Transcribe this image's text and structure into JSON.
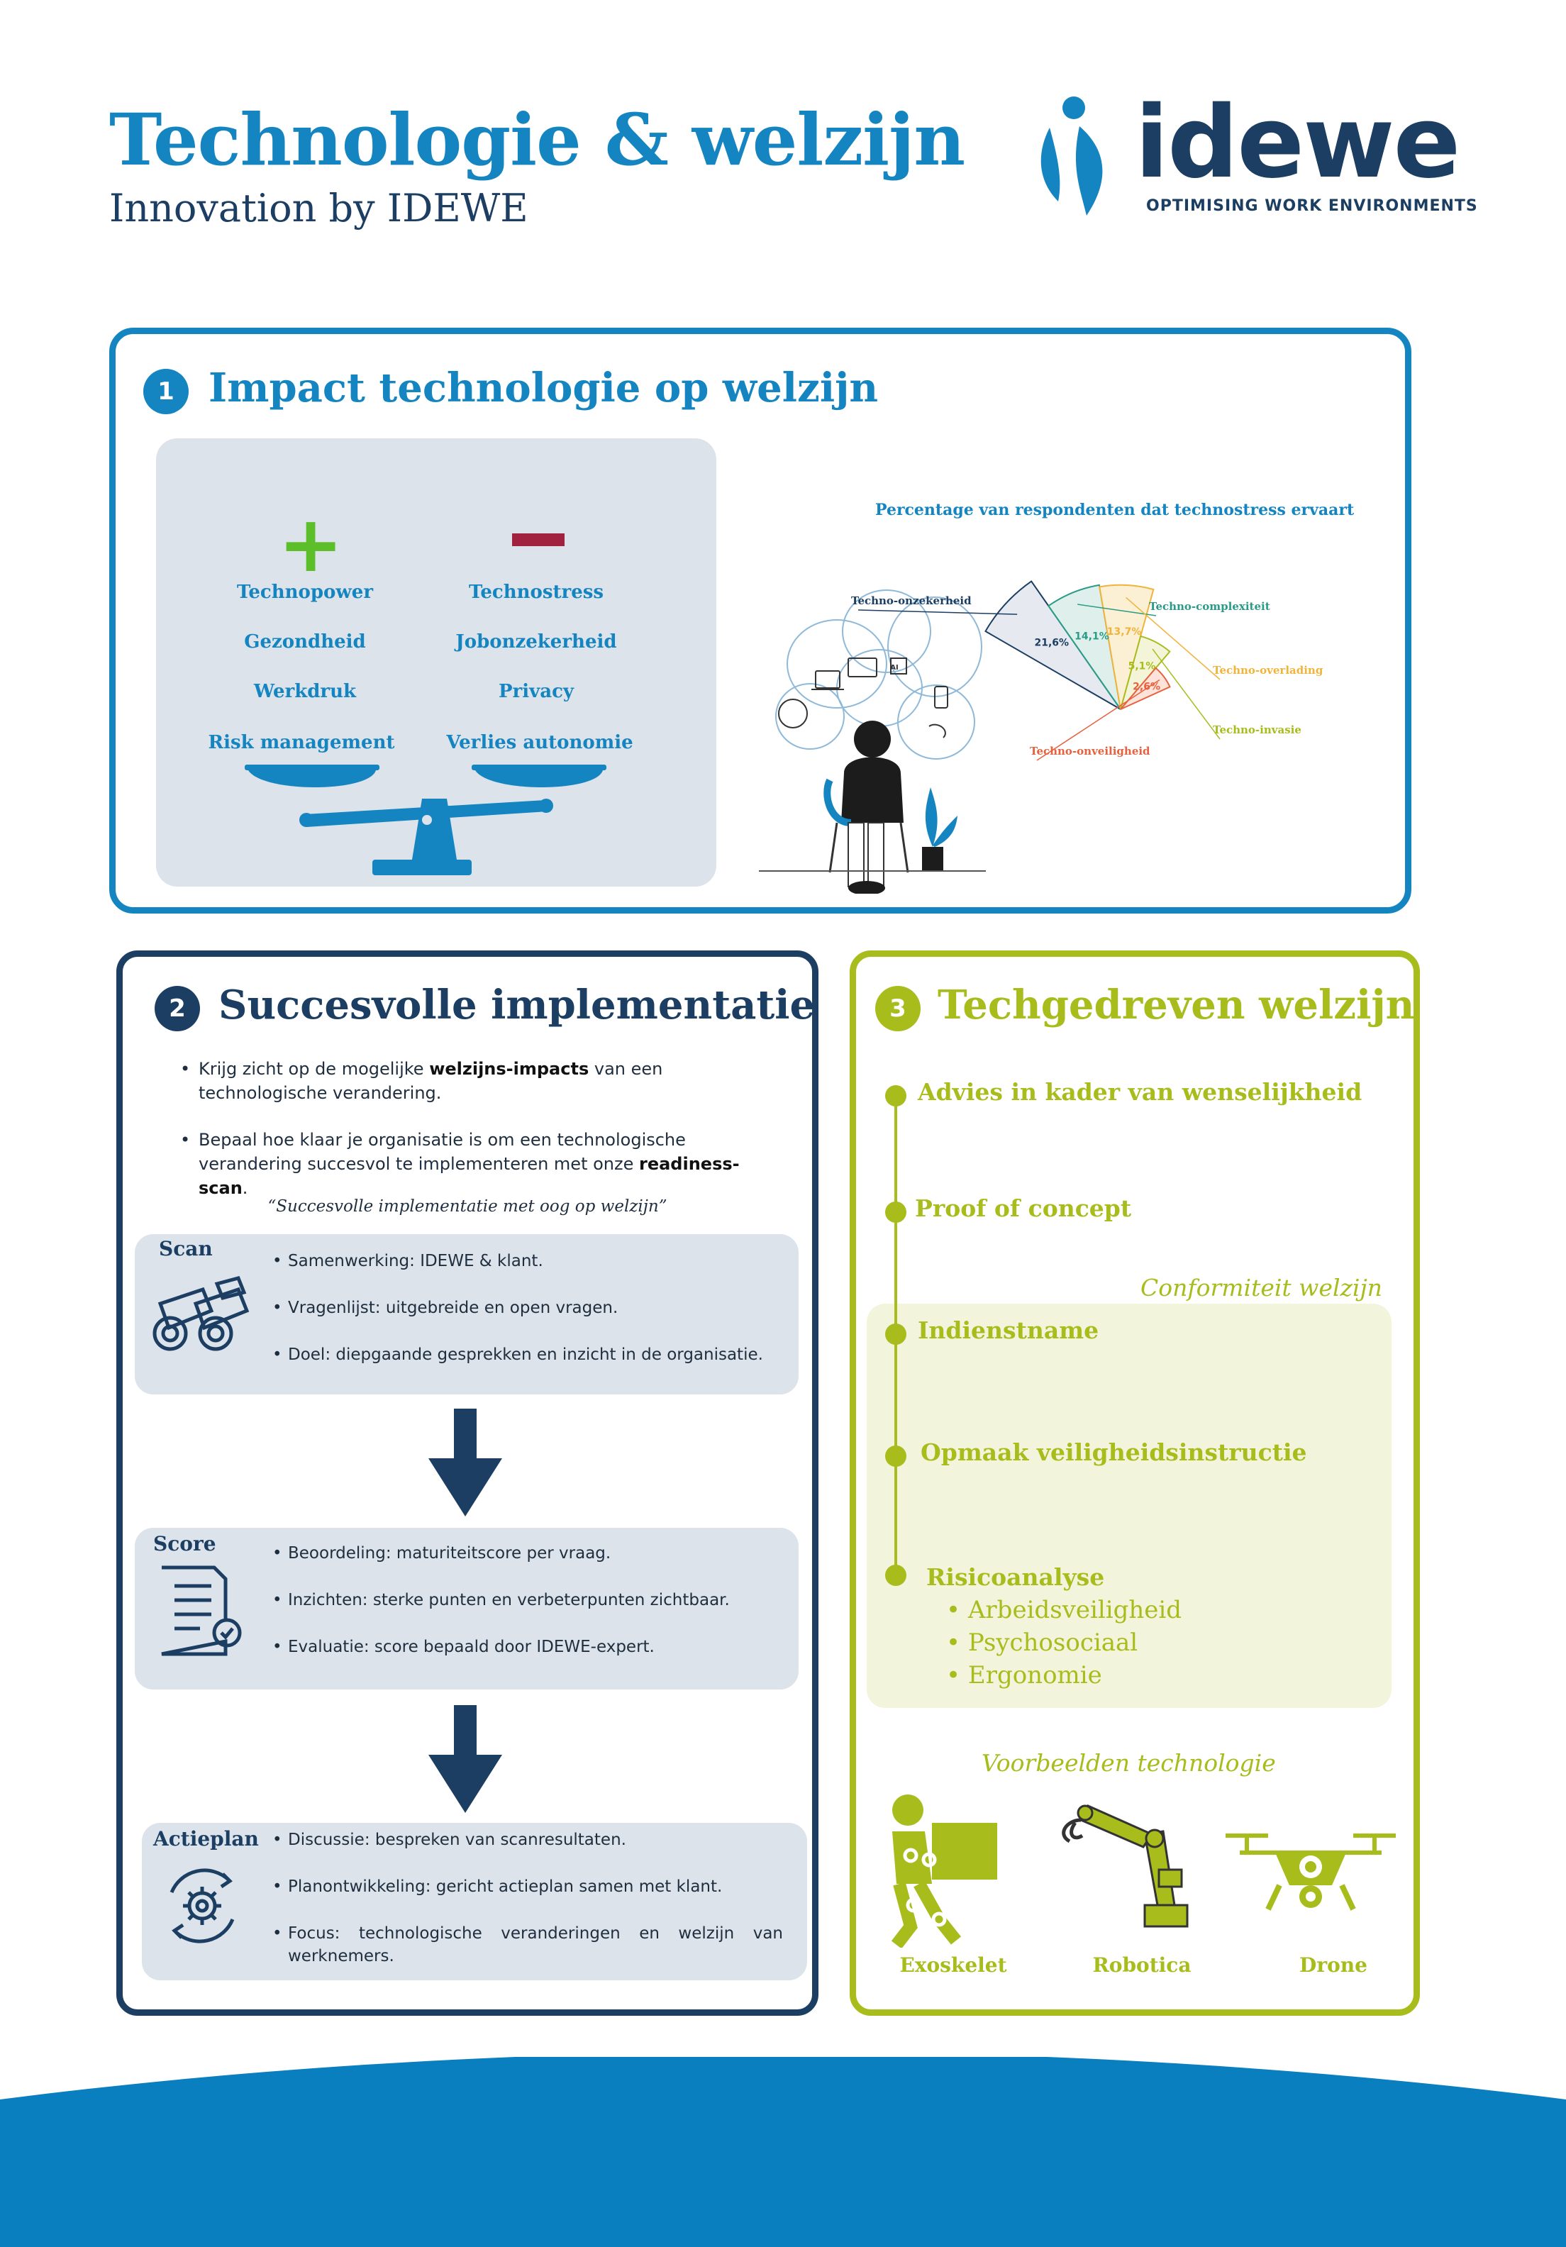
{
  "header": {
    "title": "Technologie & welzijn",
    "subtitle": "Innovation by IDEWE",
    "logo_word": "idewe",
    "logo_tagline": "OPTIMISING WORK ENVIRONMENTS"
  },
  "section1": {
    "number": "1",
    "title": "Impact technologie op welzijn",
    "positive_symbol": "+",
    "negative_symbol": "–",
    "positive": [
      "Technopower",
      "Gezondheid",
      "Werkdruk",
      "Risk management"
    ],
    "negative": [
      "Technostress",
      "Jobonzekerheid",
      "Privacy",
      "Verlies autonomie"
    ],
    "illustration_icon_label": "AI"
  },
  "chart_data": {
    "type": "pie",
    "title": "Percentage van respondenten dat technostress ervaart",
    "slices": [
      {
        "label": "Techno-onzekerheid",
        "value": 21.6,
        "value_label": "21,6%",
        "color": "#e6eaf0",
        "stroke": "#1b3e62"
      },
      {
        "label": "Techno-complexiteit",
        "value": 14.1,
        "value_label": "14,1%",
        "color": "#dff0ec",
        "stroke": "#2a9b86"
      },
      {
        "label": "Techno-overlading",
        "value": 13.7,
        "value_label": "13,7%",
        "color": "#fbefd4",
        "stroke": "#f0b43c"
      },
      {
        "label": "Techno-invasie",
        "value": 5.1,
        "value_label": "5,1%",
        "color": "#f4f5d8",
        "stroke": "#a8bc1c"
      },
      {
        "label": "Techno-onveiligheid",
        "value": 2.6,
        "value_label": "2,6%",
        "color": "#fde3da",
        "stroke": "#e6613e"
      }
    ]
  },
  "section2": {
    "number": "2",
    "title": "Succesvolle implementatie",
    "intro": [
      {
        "pre": "Krijg zicht op de mogelijke ",
        "bold": "welzijns-impacts",
        "post": " van een technologische verandering."
      },
      {
        "pre": "Bepaal hoe klaar je organisatie is om een technologische verandering succesvol te implementeren met onze ",
        "bold": "readiness-scan",
        "post": "."
      }
    ],
    "quote": "“Succesvolle implementatie met oog op welzijn”",
    "steps": [
      {
        "label": "Scan",
        "items": [
          "Samenwerking: IDEWE & klant.",
          "Vragenlijst: uitgebreide en open vragen.",
          "Doel: diepgaande gesprekken en inzicht in de organisatie."
        ]
      },
      {
        "label": "Score",
        "items": [
          "Beoordeling: maturiteitscore per vraag.",
          "Inzichten: sterke punten en verbeterpunten zichtbaar.",
          "Evaluatie: score bepaald door IDEWE-expert."
        ]
      },
      {
        "label": "Actieplan",
        "items": [
          "Discussie: bespreken van scanresultaten.",
          "Planontwikkeling: gericht actieplan samen met klant.",
          "Focus: technologische veranderingen en welzijn van werknemers."
        ]
      }
    ]
  },
  "section3": {
    "number": "3",
    "title": "Techgedreven welzijn",
    "timeline": [
      "Advies in kader van wenselijkheid",
      "Proof of concept",
      "Indienstname",
      "Opmaak veiligheidsinstructie",
      "Risicoanalyse"
    ],
    "conformity_label": "Conformiteit welzijn",
    "risk_subitems": [
      "Arbeidsveiligheid",
      "Psychosociaal",
      "Ergonomie"
    ],
    "examples_label": "Voorbeelden technologie",
    "examples": [
      "Exoskelet",
      "Robotica",
      "Drone"
    ]
  },
  "colors": {
    "blue": "#1585c2",
    "navy": "#1b3e62",
    "lime": "#a8bc1c",
    "green_plus": "#5cbf2a",
    "red_minus": "#a0223f",
    "panel_gray": "#dce3ea",
    "footer_wave": "#0a7fc0"
  }
}
